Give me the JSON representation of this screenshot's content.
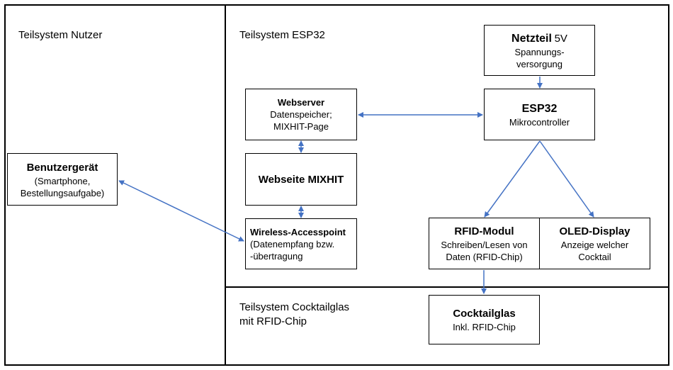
{
  "regions": {
    "nutzer": "Teilsystem Nutzer",
    "esp32": "Teilsystem ESP32",
    "cocktailglas_line1": "Teilsystem Cocktailglas",
    "cocktailglas_line2": "mit RFID-Chip"
  },
  "boxes": {
    "netzteil": {
      "title": "Netzteil",
      "title_suffix": "5V",
      "line1": "Spannungs-",
      "line2": "versorgung"
    },
    "esp32": {
      "title": "ESP32",
      "line1": "Mikrocontroller"
    },
    "webserver": {
      "title": "Webserver",
      "line1": "Datenspeicher;",
      "line2": "MIXHIT-Page"
    },
    "webseite": {
      "title": "Webseite MIXHIT"
    },
    "wireless": {
      "title": "Wireless-Accesspoint",
      "line1": "(Datenempfang bzw.",
      "line2": "-übertragung"
    },
    "benutzer": {
      "title": "Benutzergerät",
      "line1": "(Smartphone,",
      "line2": "Bestellungsaufgabe)"
    },
    "rfid": {
      "title": "RFID-Modul",
      "line1": "Schreiben/Lesen von",
      "line2": "Daten (RFID-Chip)"
    },
    "oled": {
      "title": "OLED-Display",
      "line1": "Anzeige welcher",
      "line2": "Cocktail"
    },
    "cocktailglas": {
      "title": "Cocktailglas",
      "line1": "Inkl. RFID-Chip"
    }
  },
  "colors": {
    "arrow": "#4472c4",
    "border": "#000000"
  }
}
